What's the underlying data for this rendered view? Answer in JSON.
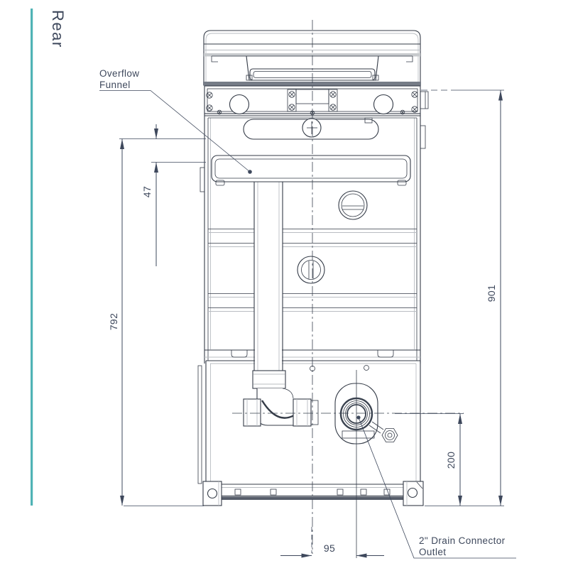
{
  "view_label": "Rear",
  "annotations": {
    "overflow_funnel": {
      "line1": "Overflow",
      "line2": "Funnel"
    },
    "drain_outlet": {
      "line1": "2\" Drain Connector",
      "line2": "Outlet"
    }
  },
  "dimensions": {
    "funnel_drop": "47",
    "funnel_height": "792",
    "overall_height": "901",
    "drain_centre_height": "200",
    "drain_centre_offset": "95"
  },
  "colors": {
    "accent_teal": "#4fb3b5",
    "linework": "#343b47",
    "dimension": "#3e485c"
  }
}
